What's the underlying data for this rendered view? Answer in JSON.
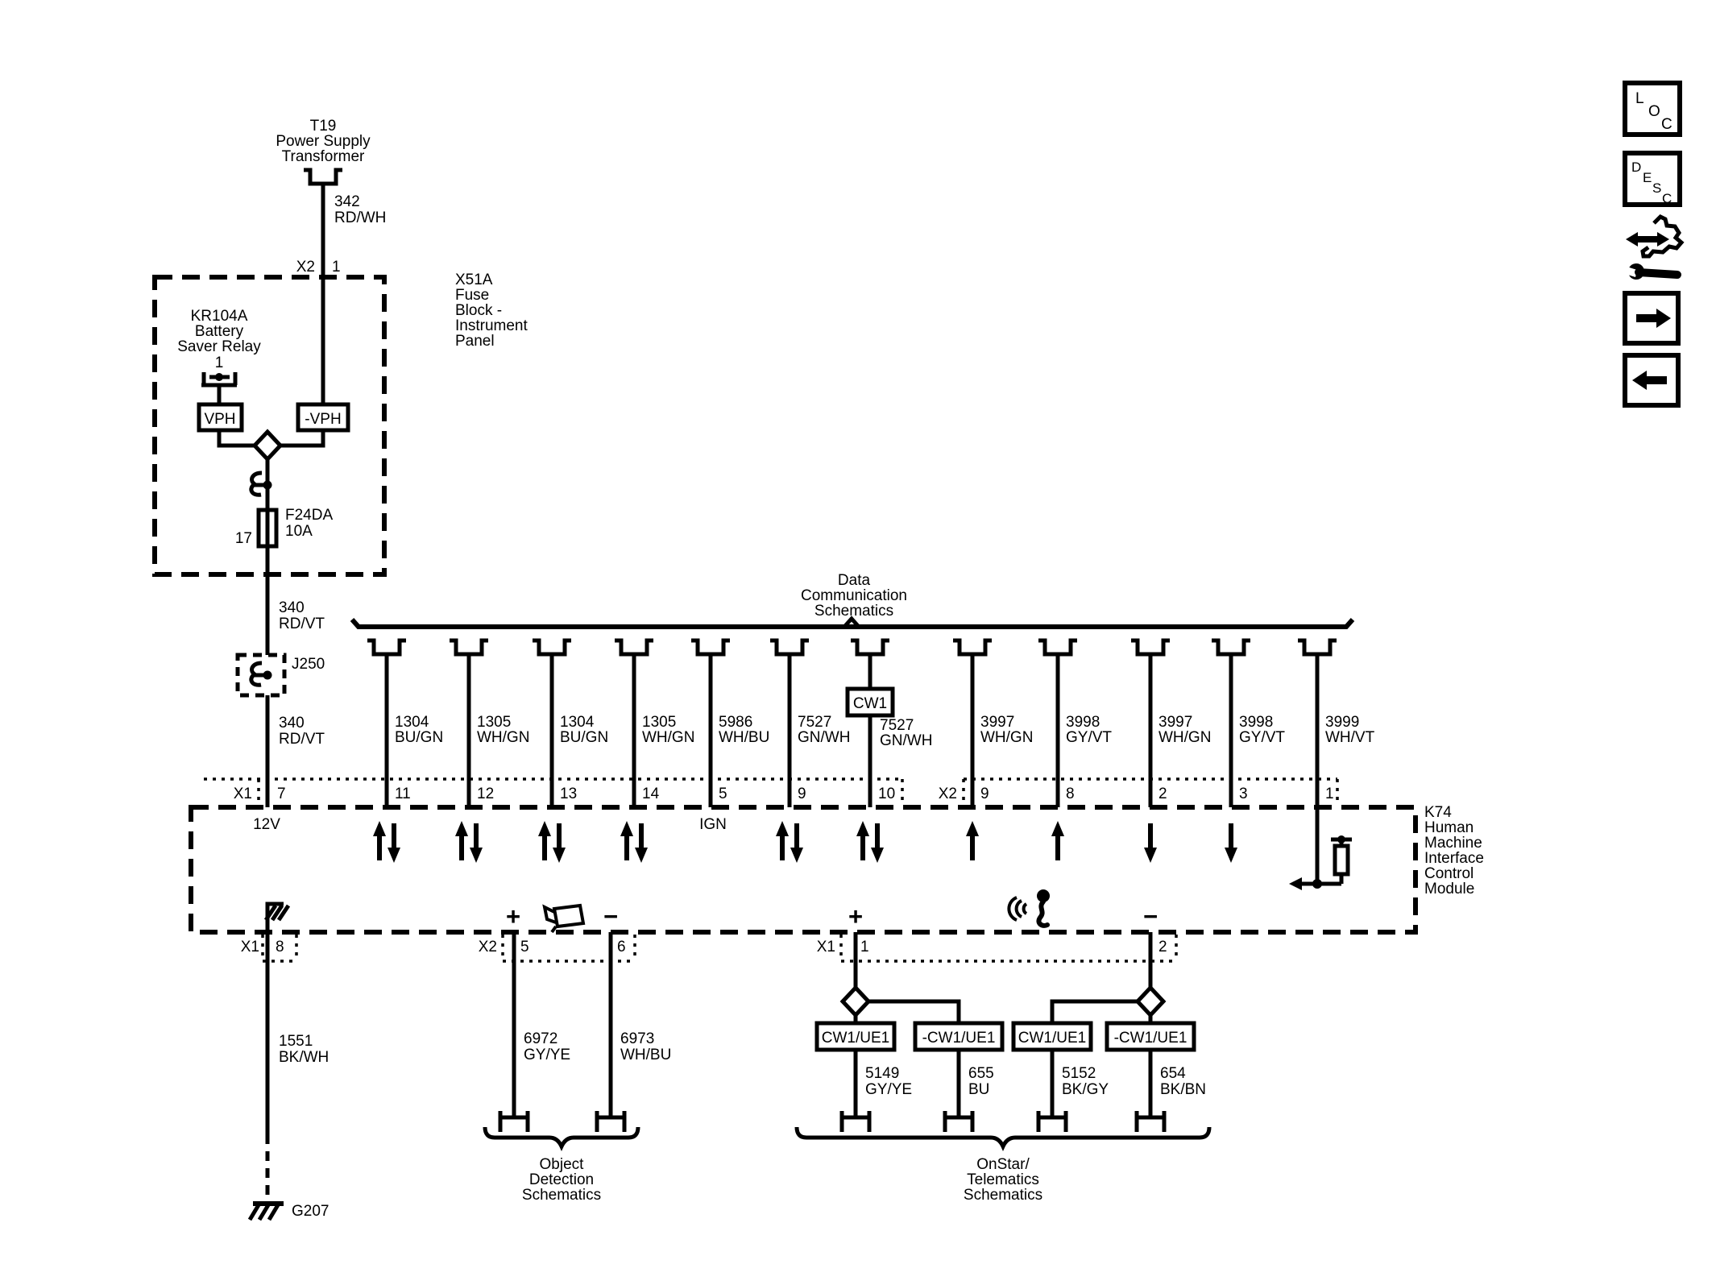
{
  "page": {
    "background": "#ffffff",
    "line_color": "#000000"
  },
  "transformer": {
    "id": "T19",
    "name1": "Power Supply",
    "name2": "Transformer"
  },
  "wire_342": {
    "circuit": "342",
    "color": "RD/WH"
  },
  "fuse_block": {
    "pin_connector": "X2",
    "pin_number": "1",
    "label1": "X51A",
    "label2": "Fuse",
    "label3": "Block -",
    "label4": "Instrument",
    "label5": "Panel",
    "relay_id": "KR104A",
    "relay_name1": "Battery",
    "relay_name2": "Saver Relay",
    "relay_pin": "1",
    "vph": "VPH",
    "neg_vph": "-VPH",
    "fuse_id": "F24DA",
    "fuse_rating": "10A",
    "fuse_pin": "17"
  },
  "wire_340": {
    "circuit": "340",
    "color": "RD/VT"
  },
  "splice_j250": {
    "id": "J250"
  },
  "bus": {
    "title1": "Data",
    "title2": "Communication",
    "title3": "Schematics",
    "cw1": "CW1"
  },
  "drops": [
    {
      "circuit": "1304",
      "color": "BU/GN",
      "pin": "11"
    },
    {
      "circuit": "1305",
      "color": "WH/GN",
      "pin": "12"
    },
    {
      "circuit": "1304",
      "color": "BU/GN",
      "pin": "13"
    },
    {
      "circuit": "1305",
      "color": "WH/GN",
      "pin": "14"
    },
    {
      "circuit": "5986",
      "color": "WH/BU",
      "pin": "5"
    },
    {
      "circuit": "7527",
      "color": "GN/WH",
      "pin": "9"
    },
    {
      "circuit": "7527",
      "color": "GN/WH",
      "pin": "10"
    },
    {
      "circuit": "3997",
      "color": "WH/GN",
      "pin": "9"
    },
    {
      "circuit": "3998",
      "color": "GY/VT",
      "pin": "8"
    },
    {
      "circuit": "3997",
      "color": "WH/GN",
      "pin": "2"
    },
    {
      "circuit": "3998",
      "color": "GY/VT",
      "pin": "3"
    },
    {
      "circuit": "3999",
      "color": "WH/VT",
      "pin": "1"
    }
  ],
  "module": {
    "id": "K74",
    "name1": "Human",
    "name2": "Machine",
    "name3": "Interface",
    "name4": "Control",
    "name5": "Module",
    "x1_label": "X1",
    "x2_label": "X2",
    "power_pin": "7",
    "power_net": "12V",
    "ign_net": "IGN",
    "ground_pin": "8"
  },
  "ground": {
    "circuit": "1551",
    "color": "BK/WH",
    "id": "G207"
  },
  "object_detection": {
    "connector": "X2",
    "plus": "+",
    "minus": "−",
    "pin_a": "5",
    "pin_b": "6",
    "wire_a_circuit": "6972",
    "wire_a_color": "GY/YE",
    "wire_b_circuit": "6973",
    "wire_b_color": "WH/BU",
    "caption1": "Object",
    "caption2": "Detection",
    "caption3": "Schematics"
  },
  "onstar": {
    "connector": "X1",
    "plus": "+",
    "minus": "−",
    "pin_a": "1",
    "pin_b": "2",
    "box1": "CW1/UE1",
    "box2": "-CW1/UE1",
    "box3": "CW1/UE1",
    "box4": "-CW1/UE1",
    "wire1_circuit": "5149",
    "wire1_color": "GY/YE",
    "wire2_circuit": "655",
    "wire2_color": "BU",
    "wire3_circuit": "5152",
    "wire3_color": "BK/GY",
    "wire4_circuit": "654",
    "wire4_color": "BK/BN",
    "caption1": "OnStar/",
    "caption2": "Telematics",
    "caption3": "Schematics"
  },
  "toolbar": {
    "loc": [
      "L",
      "O",
      "C"
    ],
    "desc": [
      "D",
      "E",
      "S",
      "C"
    ]
  }
}
